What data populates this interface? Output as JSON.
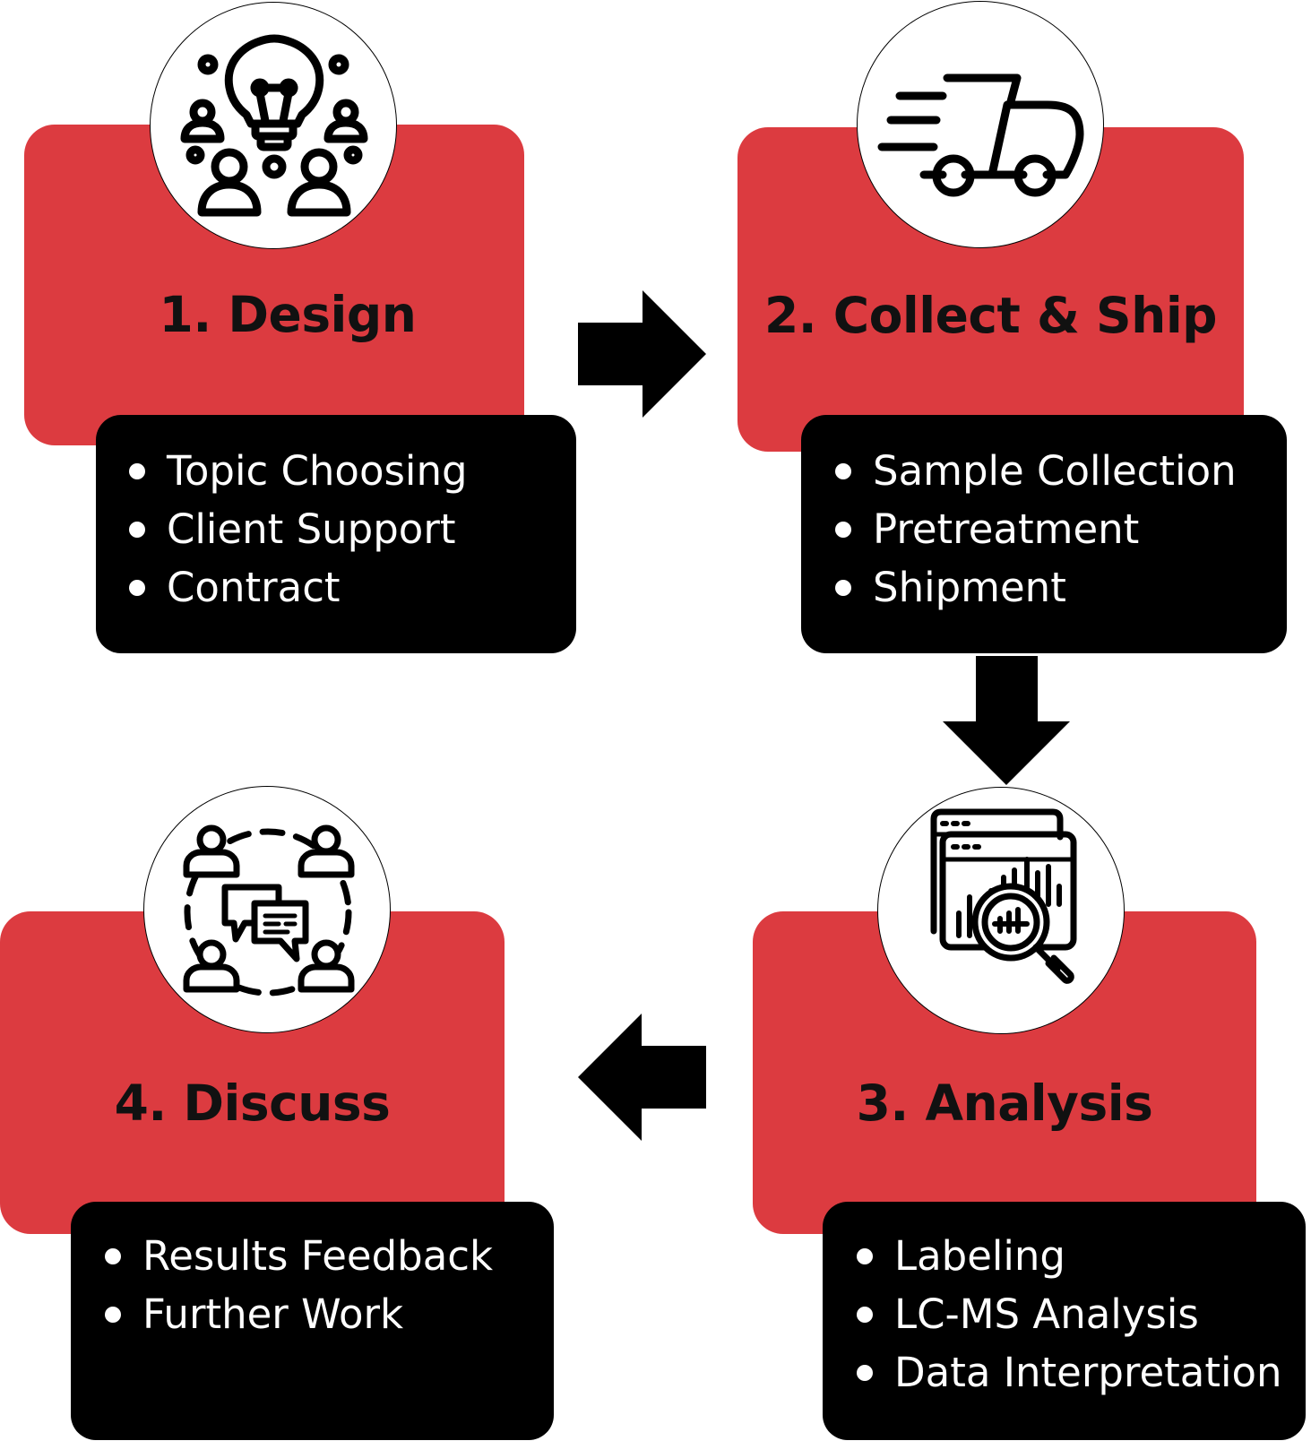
{
  "steps": [
    {
      "title": "1. Design",
      "icon": "brainstorm-lightbulb-people-icon",
      "items": [
        "Topic Choosing",
        "Client Support",
        "Contract"
      ]
    },
    {
      "title": "2. Collect & Ship",
      "icon": "delivery-truck-icon",
      "items": [
        "Sample Collection",
        "Pretreatment",
        "Shipment"
      ]
    },
    {
      "title": "3. Analysis",
      "icon": "data-analysis-magnifier-icon",
      "items": [
        "Labeling",
        "LC-MS Analysis",
        "Data Interpretation"
      ]
    },
    {
      "title": "4. Discuss",
      "icon": "team-discussion-chat-icon",
      "items": [
        "Results Feedback",
        "Further Work"
      ]
    }
  ],
  "colors": {
    "card_red": "#dc3b40",
    "card_black": "#000000",
    "arrow": "#000000",
    "text_dark": "#111111",
    "text_light": "#ffffff"
  }
}
